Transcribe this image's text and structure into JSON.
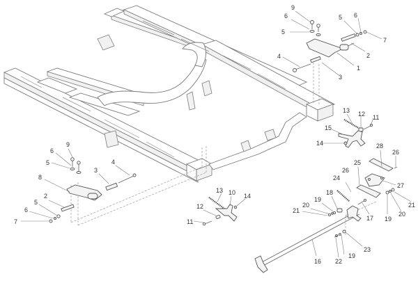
{
  "diagram": {
    "type": "exploded-parts-diagram",
    "subject": "vehicle chassis frame with suspension / linkage parts",
    "callouts": [
      {
        "id": "c-9-top",
        "label": "9"
      },
      {
        "id": "c-6-top-a",
        "label": "6"
      },
      {
        "id": "c-5-top-a",
        "label": "5"
      },
      {
        "id": "c-5-top-b",
        "label": "5"
      },
      {
        "id": "c-6-top-b",
        "label": "6"
      },
      {
        "id": "c-7-top",
        "label": "7"
      },
      {
        "id": "c-2-top",
        "label": "2"
      },
      {
        "id": "c-1-top",
        "label": "1"
      },
      {
        "id": "c-4-top",
        "label": "4"
      },
      {
        "id": "c-3-top",
        "label": "3"
      },
      {
        "id": "c-13-right",
        "label": "13"
      },
      {
        "id": "c-12-right",
        "label": "12"
      },
      {
        "id": "c-11-right",
        "label": "11"
      },
      {
        "id": "c-15-right",
        "label": "15"
      },
      {
        "id": "c-14-right",
        "label": "14"
      },
      {
        "id": "c-28",
        "label": "28"
      },
      {
        "id": "c-26-a",
        "label": "26"
      },
      {
        "id": "c-25",
        "label": "25"
      },
      {
        "id": "c-26-b",
        "label": "26"
      },
      {
        "id": "c-24",
        "label": "24"
      },
      {
        "id": "c-27",
        "label": "27"
      },
      {
        "id": "c-21-right",
        "label": "21"
      },
      {
        "id": "c-20-right",
        "label": "20"
      },
      {
        "id": "c-19-right",
        "label": "19"
      },
      {
        "id": "c-17",
        "label": "17"
      },
      {
        "id": "c-18",
        "label": "18"
      },
      {
        "id": "c-19-left",
        "label": "19"
      },
      {
        "id": "c-20-left",
        "label": "20"
      },
      {
        "id": "c-21-left",
        "label": "21"
      },
      {
        "id": "c-16",
        "label": "16"
      },
      {
        "id": "c-22",
        "label": "22"
      },
      {
        "id": "c-19-bottom",
        "label": "19"
      },
      {
        "id": "c-23",
        "label": "23"
      },
      {
        "id": "c-13-left",
        "label": "13"
      },
      {
        "id": "c-10",
        "label": "10"
      },
      {
        "id": "c-14-left",
        "label": "14"
      },
      {
        "id": "c-12-left",
        "label": "12"
      },
      {
        "id": "c-11-left",
        "label": "11"
      },
      {
        "id": "c-9-left",
        "label": "9"
      },
      {
        "id": "c-6-left-a",
        "label": "6"
      },
      {
        "id": "c-5-left-a",
        "label": "5"
      },
      {
        "id": "c-4-left",
        "label": "4"
      },
      {
        "id": "c-3-left",
        "label": "3"
      },
      {
        "id": "c-8",
        "label": "8"
      },
      {
        "id": "c-2-left",
        "label": "2"
      },
      {
        "id": "c-5-left-b",
        "label": "5"
      },
      {
        "id": "c-6-left-b",
        "label": "6"
      },
      {
        "id": "c-7-left",
        "label": "7"
      }
    ]
  }
}
